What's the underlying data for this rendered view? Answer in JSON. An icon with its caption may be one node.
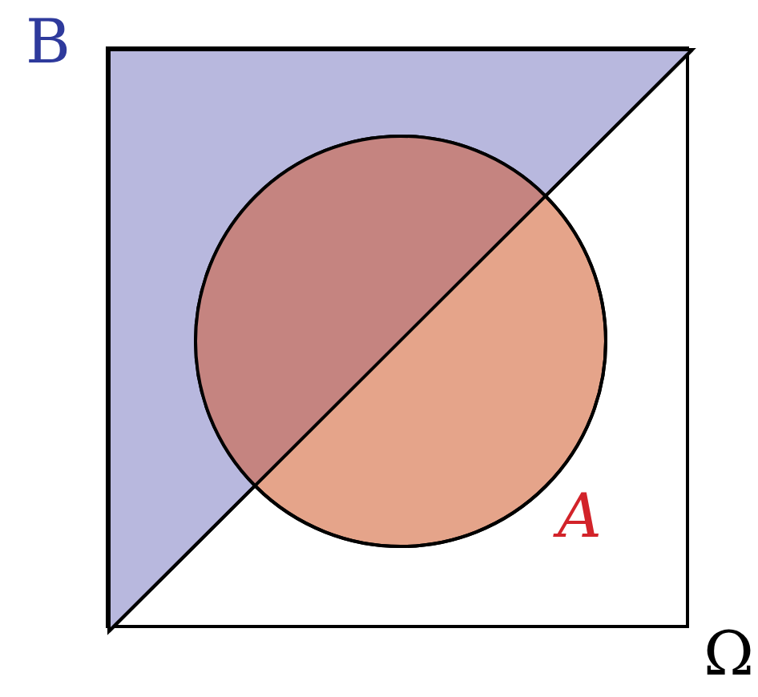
{
  "diagram": {
    "nodes": [
      {
        "text": [
          "Ω"
        ]
      },
      {
        "text": [
          "B"
        ],
        "in": 0
      },
      {
        "text": [
          "A"
        ],
        "in": 0
      }
    ]
  }
}
